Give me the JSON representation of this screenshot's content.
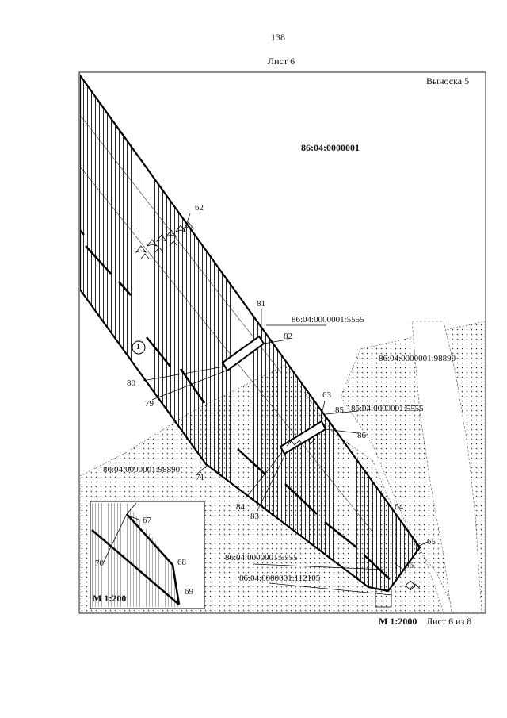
{
  "page_number": "138",
  "sheet_title": "Лист 6",
  "inset_title": "Выноска 5",
  "block_cadastral": "86:04:0000001",
  "scale_main": "М 1:2000",
  "sheet_of": "Лист 6 из 8",
  "scale_inset": "М 1:200",
  "parcels": {
    "p5555_top": "86:04:0000001:5555",
    "p98890_right": "86:04:0000001:98890",
    "p5555_mid": "86:04:0000001:5555",
    "p98890_left": "86:04:0000001:98890",
    "p5555_bottom": "86:04:0000001:5555",
    "p112105": "86:04:0000001:112105"
  },
  "circle_label": "1",
  "points": {
    "p62": "62",
    "p81": "81",
    "p82": "82",
    "p80": "80",
    "p79": "79",
    "p63": "63",
    "p85": "85",
    "p86": "86",
    "p71": "71",
    "p84": "84",
    "p83": "83",
    "p64": "64",
    "p65": "65",
    "p66": "66",
    "p67": "67",
    "p68": "68",
    "p69": "69",
    "p70": "70"
  }
}
